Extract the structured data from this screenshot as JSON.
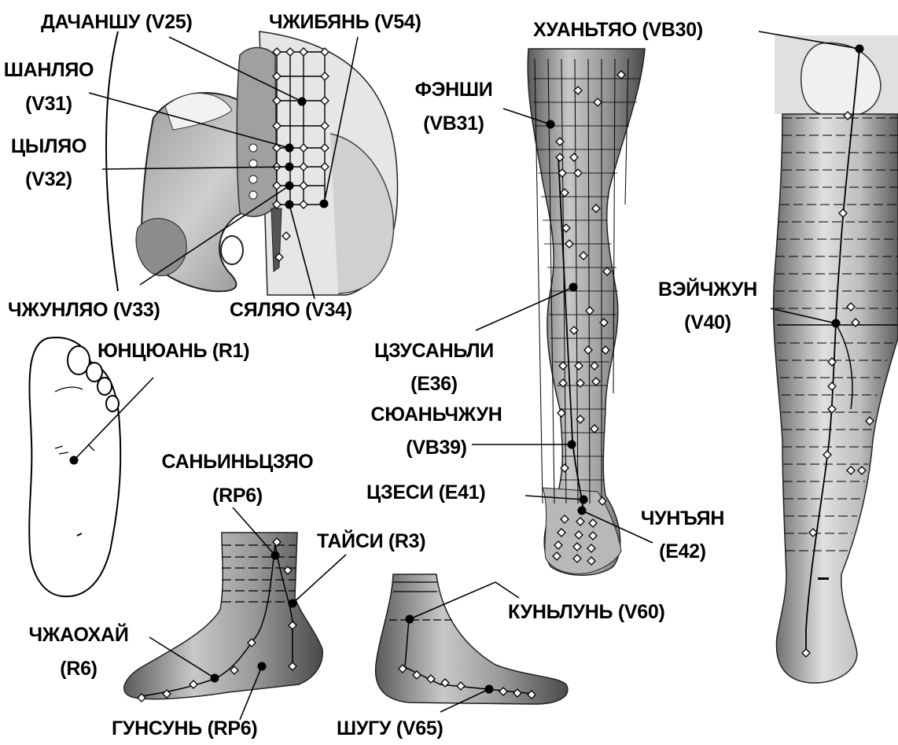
{
  "colors": {
    "background": "#ffffff",
    "ink": "#000000",
    "skin_light": "#d9d9d9",
    "skin_mid": "#a8a8a8",
    "skin_dark": "#6e6e6e"
  },
  "labels": {
    "dachanshu": "ДАЧАНШУ (V25)",
    "chzhibyan": "ЧЖИБЯНЬ (V54)",
    "khuantyao": "ХУАНЬТЯО (VB30)",
    "shanlyao_1": "ШАНЛЯО",
    "shanlyao_2": "(V31)",
    "fenshi_1": "ФЭНШИ",
    "fenshi_2": "(VB31)",
    "tsylyao_1": "ЦЫЛЯО",
    "tsylyao_2": "(V32)",
    "chzhunlyao": "ЧЖУНЛЯО (V33)",
    "syalyao": "СЯЛЯО (V34)",
    "veychzhun_1": "ВЭЙЧЖУН",
    "veychzhun_2": "(V40)",
    "yuntsyuan": "ЮНЦЮАНЬ (R1)",
    "tszusanli_1": "ЦЗУСАНЬЛИ",
    "tszusanli_2": "(E36)",
    "syuanchzhun_1": "СЮАНЬЧЖУН",
    "syuanchzhun_2": "(VB39)",
    "sanyintszyao_1": "САНЬИНЬЦЗЯО",
    "sanyintszyao_2": "(RP6)",
    "tszesi": "ЦЗЕСИ (E41)",
    "chunyan_1": "ЧУНЪЯН",
    "chunyan_2": "(E42)",
    "taysi": "ТАЙСИ (R3)",
    "kunlun": "КУНЬЛУНЬ (V60)",
    "chzhaokhay_1": "ЧЖАОХАЙ",
    "chzhaokhay_2": "(R6)",
    "gunsun": "ГУНСУНЬ (RP6)",
    "shugu": "ШУГУ (V65)"
  }
}
